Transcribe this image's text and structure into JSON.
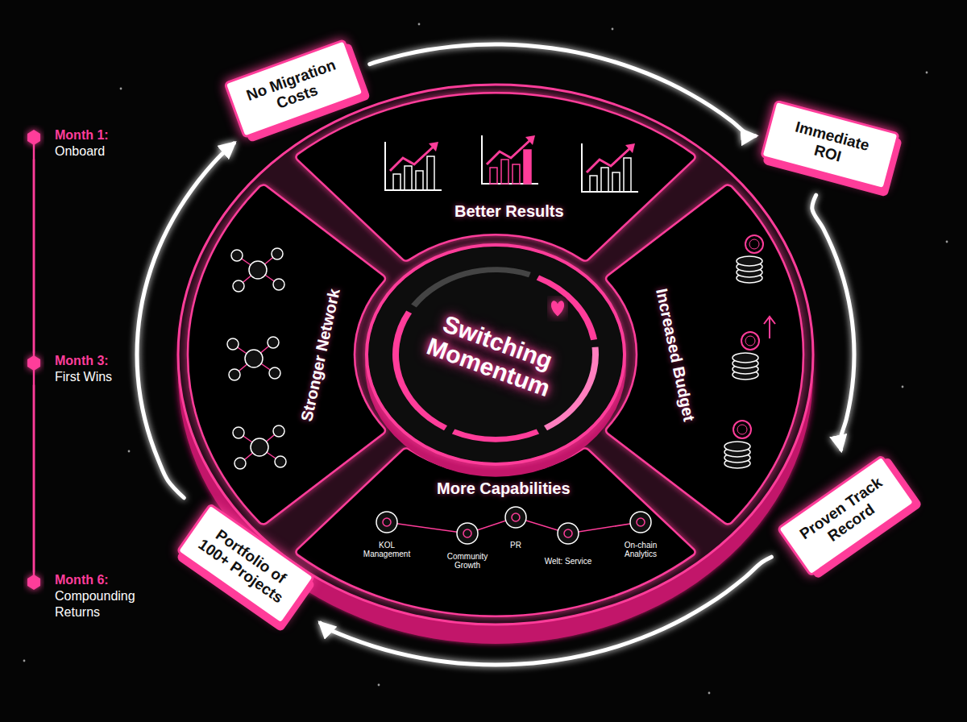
{
  "diagram": {
    "nodes": [
      {
        "text": [
          "Switching Momentum"
        ]
      },
      {
        "text": [
          "Better Results"
        ]
      },
      {
        "text": [
          "Increased Budget"
        ]
      },
      {
        "text": [
          "More Capabilities"
        ]
      },
      {
        "text": [
          "Stronger Network"
        ]
      },
      {
        "text": [
          "No Migration Costs"
        ]
      },
      {
        "text": [
          "Immediate ROI"
        ]
      },
      {
        "text": [
          "Proven Track Record"
        ]
      },
      {
        "text": [
          "Portfolio of 100+ Projects"
        ]
      },
      {
        "text": [
          "Month 1:",
          "Onboard"
        ]
      },
      {
        "text": [
          "Month 3:",
          "First Wins"
        ]
      },
      {
        "text": [
          "Month 6:",
          "Compounding Returns"
        ]
      }
    ],
    "edges": [
      {
        "from": 5,
        "to": 6,
        "arrow": "to"
      },
      {
        "from": 6,
        "to": 7,
        "arrow": "to"
      },
      {
        "from": 7,
        "to": 8,
        "arrow": "to"
      },
      {
        "from": 8,
        "to": 5,
        "arrow": "to"
      },
      {
        "from": 9,
        "to": 10,
        "arrow": "none"
      },
      {
        "from": 10,
        "to": 11,
        "arrow": "none"
      }
    ],
    "labels": [
      "KOL Management",
      "Community Growth",
      "PR",
      "Welt: Service",
      "On-chain Analytics"
    ]
  }
}
